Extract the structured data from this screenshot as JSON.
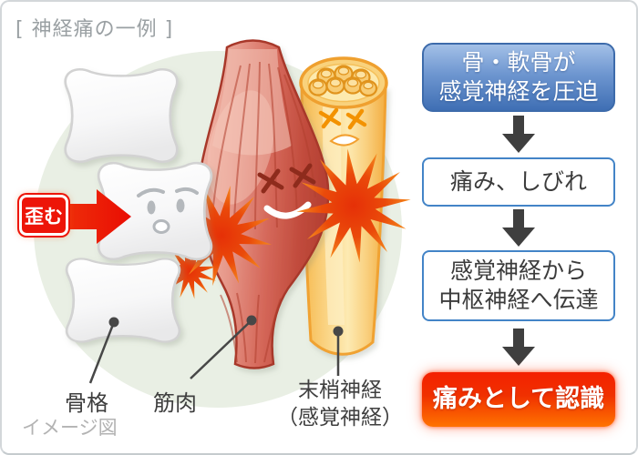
{
  "frame": {
    "title": "[ 神経痛の一例 ]",
    "note": "イメージ図"
  },
  "illustration": {
    "warp_label": "歪む",
    "labels": {
      "bone": "骨格",
      "muscle": "筋肉",
      "nerve_line1": "末梢神経",
      "nerve_line2": "（感覚神経）"
    },
    "colors": {
      "background_ellipse": "#e9efe4",
      "bone_fill": "#fcfcfc",
      "bone_outline": "#d2d2d2",
      "muscle_light": "#f3baac",
      "muscle_dark": "#b64134",
      "muscle_outline": "#a8392b",
      "nerve_fill": "#fbd98e",
      "nerve_outline": "#f0a232",
      "burst_center": "#e63007",
      "burst_tip": "#f58a1d",
      "warp_red": "#ed1508",
      "warp_orange": "#f7941d"
    }
  },
  "flowchart": {
    "steps": [
      {
        "id": "cause",
        "style": "blue",
        "line1": "骨・軟骨が",
        "line2": "感覚神経を圧迫"
      },
      {
        "id": "symptom",
        "style": "outline",
        "line1": "痛み、しびれ"
      },
      {
        "id": "transmit",
        "style": "outline",
        "line1": "感覚神経から",
        "line2": "中枢神経へ伝達"
      },
      {
        "id": "recognize",
        "style": "red",
        "line1": "痛みとして認識"
      }
    ],
    "colors": {
      "blue_top": "#a3c0e7",
      "blue_bottom": "#3f6fb4",
      "blue_border": "#3d6bab",
      "outline_border": "#4384c7",
      "red_top": "#f42100",
      "red_bottom": "#ff7300",
      "arrow": "#3f3f3f",
      "text_dark": "#3c3c3c"
    }
  }
}
